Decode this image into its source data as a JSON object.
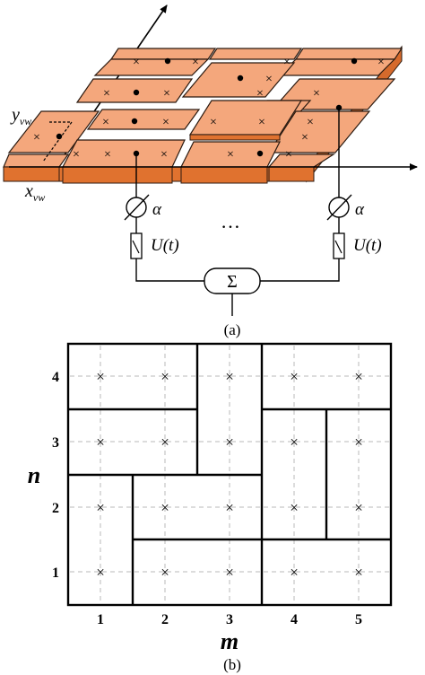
{
  "panel_a": {
    "y_label_main": "y",
    "y_label_sub": "vw",
    "x_label_main": "x",
    "x_label_sub": "vw",
    "phase_symbol": "α",
    "switch_label": "U(t)",
    "ellipsis": "…",
    "sum_symbol": "Σ",
    "element_mark": "×",
    "caption": "(a)"
  },
  "panel_b": {
    "x_axis_label": "m",
    "y_axis_label": "n",
    "x_ticks": [
      "1",
      "2",
      "3",
      "4",
      "5"
    ],
    "y_ticks": [
      "1",
      "2",
      "3",
      "4"
    ],
    "cell_mark": "×",
    "caption": "(b)"
  }
}
